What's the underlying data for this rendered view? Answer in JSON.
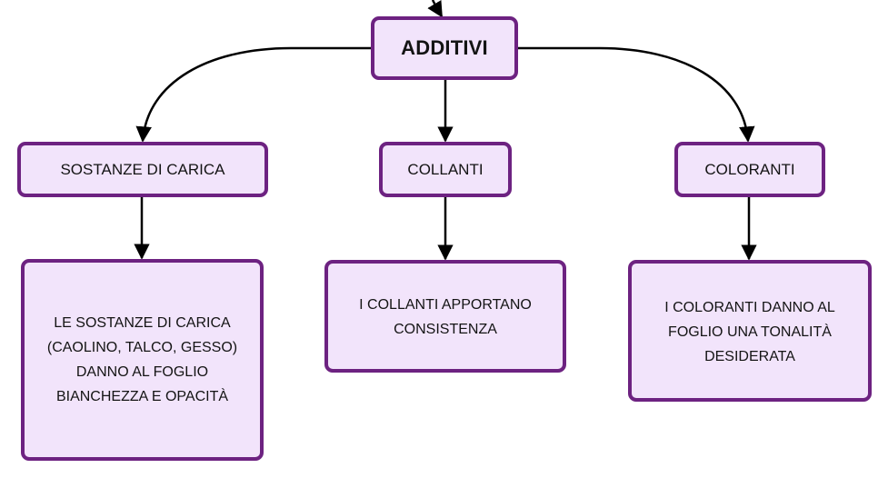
{
  "diagram": {
    "root": {
      "label": "ADDITIVI"
    },
    "branches": [
      {
        "label": "SOSTANZE DI CARICA",
        "description": "LE SOSTANZE DI CARICA\n(CAOLINO, TALCO, GESSO)\nDANNO AL FOGLIO\nBIANCHEZZA E OPACITÀ"
      },
      {
        "label": "COLLANTI",
        "description": "I COLLANTI APPORTANO\nCONSISTENZA"
      },
      {
        "label": "COLORANTI",
        "description": "I COLORANTI DANNO AL\nFOGLIO UNA TONALITÀ\nDESIDERATA"
      }
    ],
    "colors": {
      "node_border": "#6d2281",
      "node_fill": "#f2e4fb",
      "connector": "#000000",
      "text": "#141414"
    }
  }
}
